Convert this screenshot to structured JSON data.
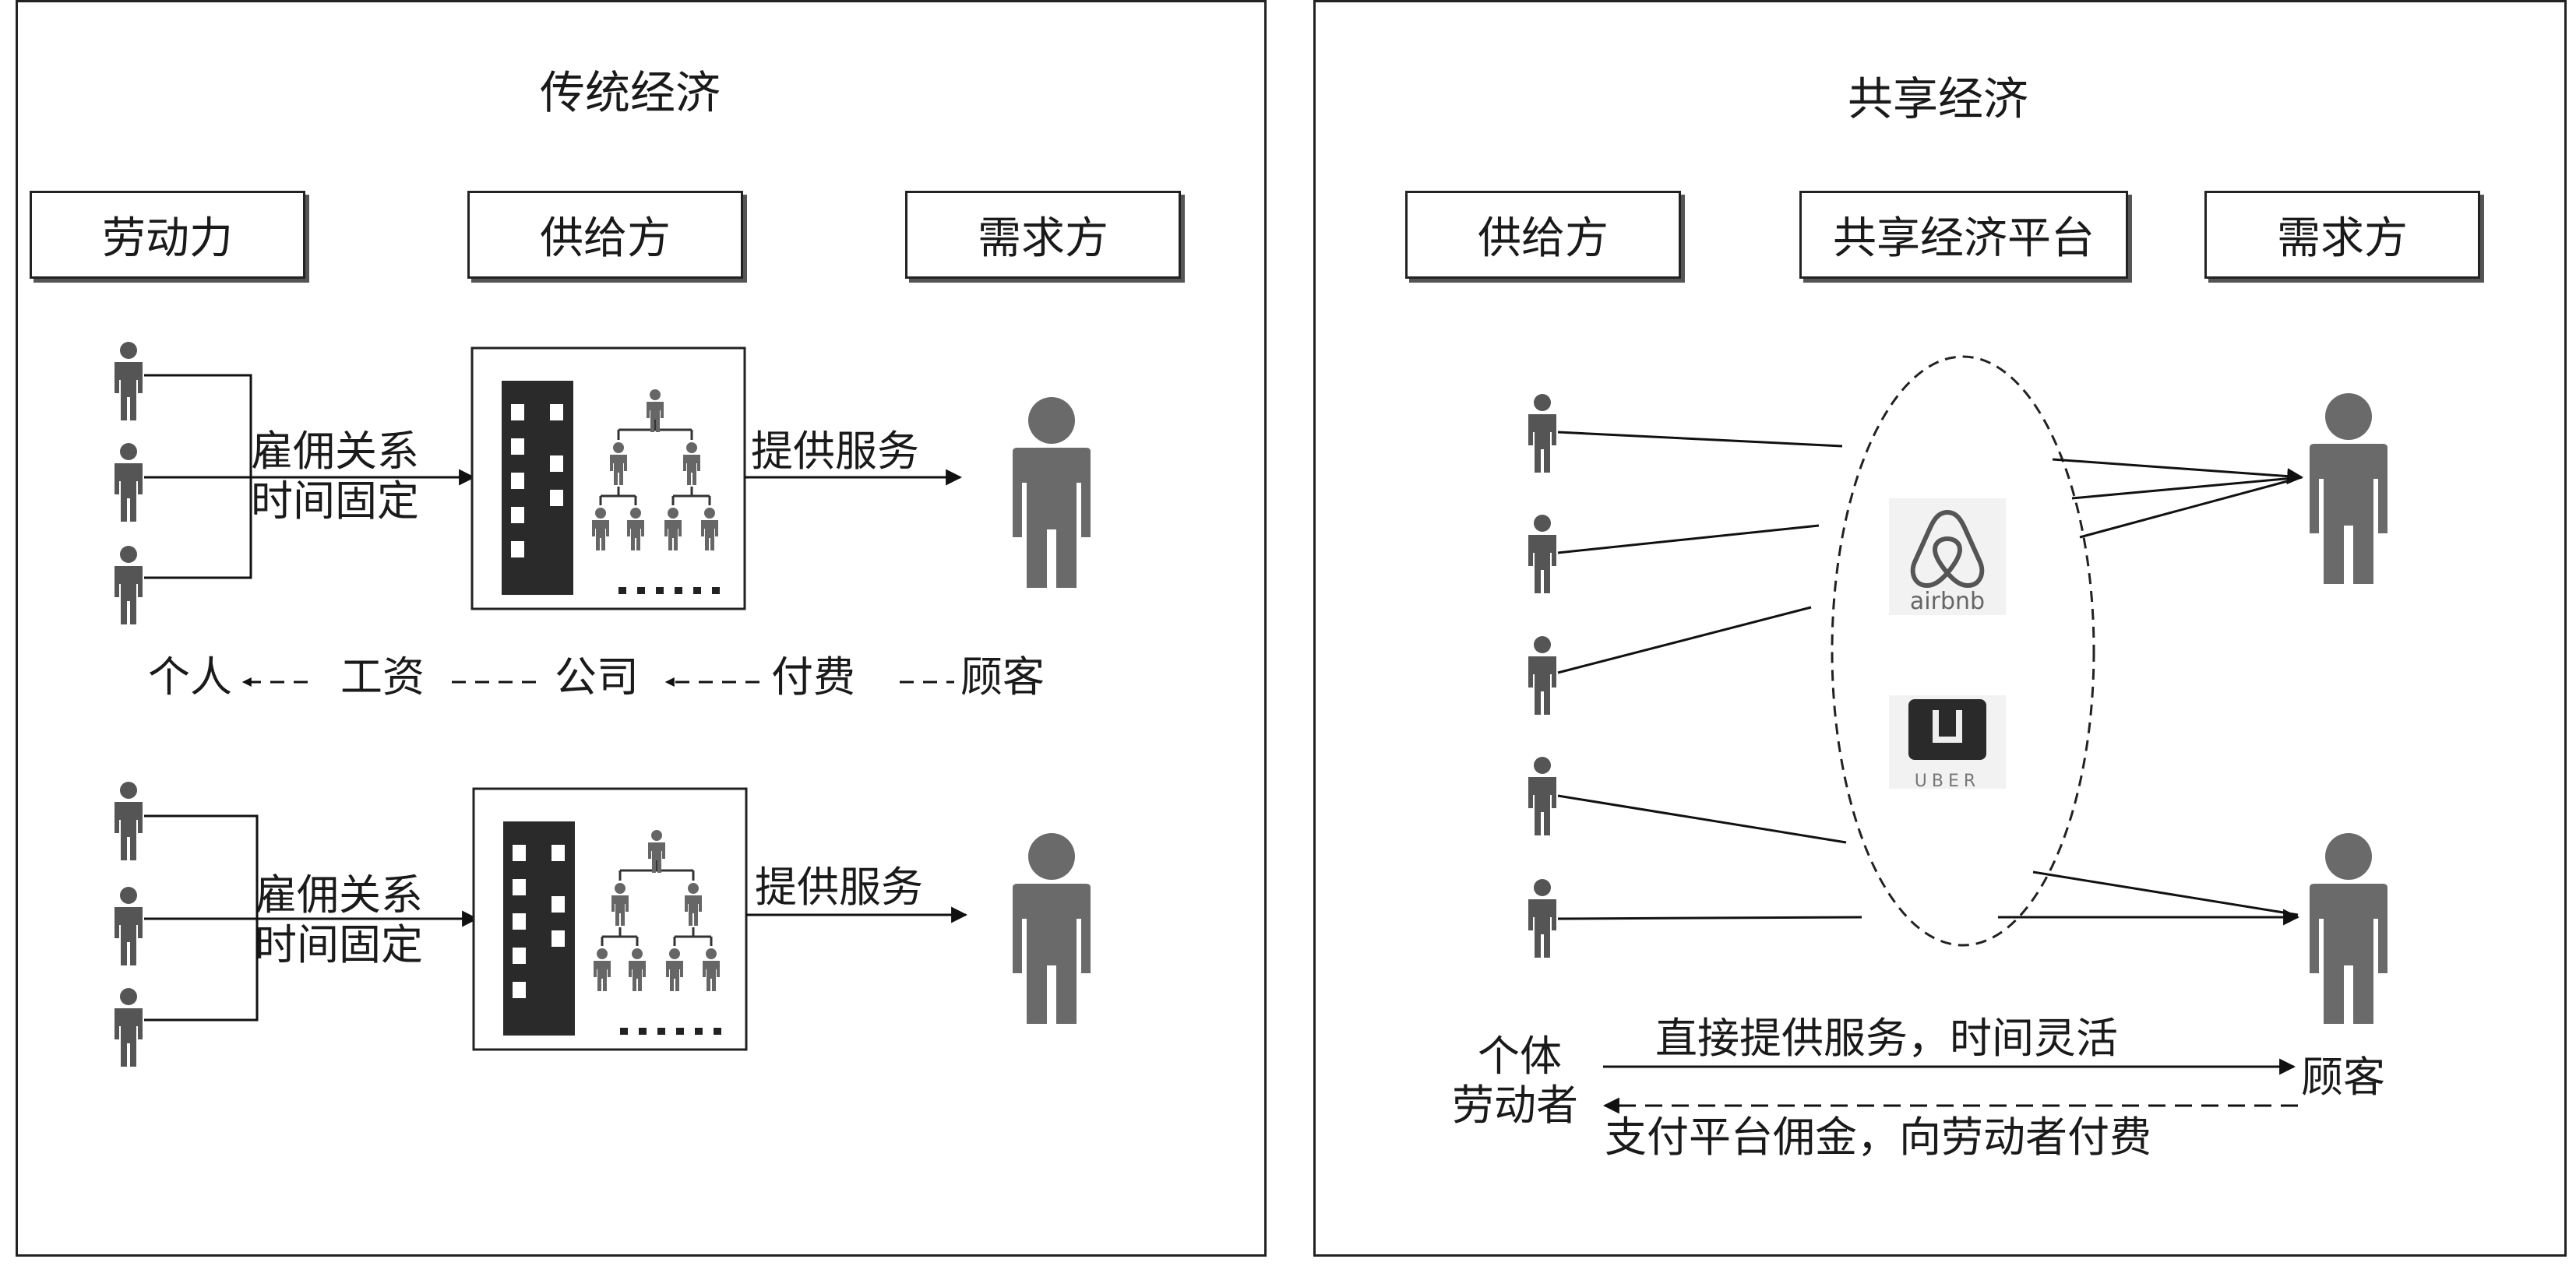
{
  "left_panel": {
    "title": "传统经济",
    "headers": {
      "labor": "劳动力",
      "supplier": "供给方",
      "demand": "需求方"
    },
    "row1": {
      "relation_line1": "雇佣关系",
      "relation_line2": "时间固定",
      "service": "提供服务",
      "dots": "......"
    },
    "flow": {
      "individual": "个人",
      "wage": "工资",
      "company": "公司",
      "fee": "付费",
      "customer": "顾客"
    },
    "row2": {
      "relation_line1": "雇佣关系",
      "relation_line2": "时间固定",
      "service": "提供服务",
      "dots": "......"
    }
  },
  "right_panel": {
    "title": "共享经济",
    "headers": {
      "supplier": "供给方",
      "platform": "共享经济平台",
      "demand": "需求方"
    },
    "logos": {
      "airbnb": "airbnb",
      "uber": "UBER"
    },
    "bottom": {
      "worker_line1": "个体",
      "worker_line2": "劳动者",
      "forward": "直接提供服务，时间灵活",
      "backward": "支付平台佣金，向劳动者付费",
      "customer": "顾客"
    }
  }
}
